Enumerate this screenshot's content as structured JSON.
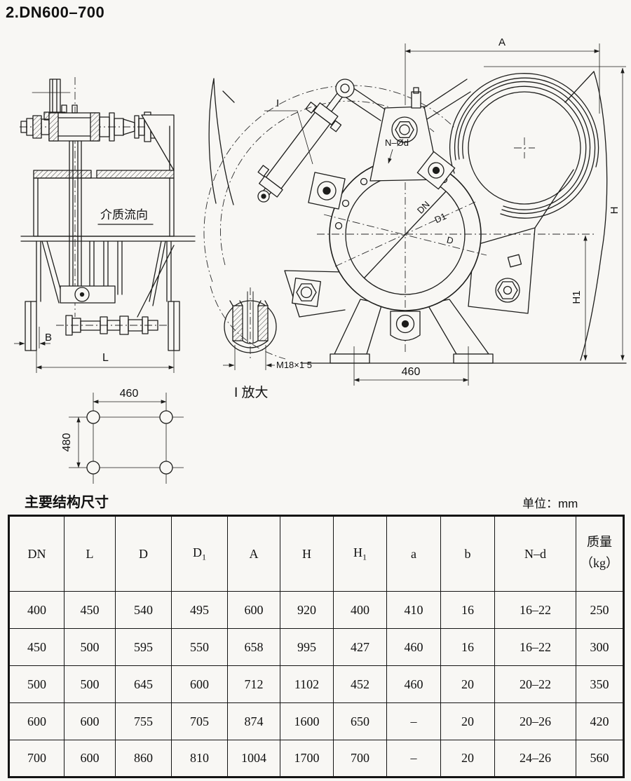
{
  "page": {
    "title": "2.DN600–700"
  },
  "drawing": {
    "left_view": {
      "flow_label": "介质流向",
      "dim_b": "B",
      "dim_l": "L"
    },
    "bolt_pattern": {
      "dim_width": "460",
      "dim_height": "480"
    },
    "detail": {
      "thread_label": "M18×1 5",
      "caption": "I 放大"
    },
    "right_view": {
      "dim_a": "A",
      "dim_h": "H",
      "dim_h1": "H1",
      "dim_base": "460",
      "bolt_label": "N–Ød",
      "label_dn": "DN",
      "label_d1": "D1",
      "label_d": "D",
      "detail_marker": "I"
    }
  },
  "table": {
    "title": "主要结构尺寸",
    "unit": "单位：mm",
    "headers": [
      {
        "main": "DN"
      },
      {
        "main": "L"
      },
      {
        "main": "D"
      },
      {
        "main": "D",
        "sub": "1"
      },
      {
        "main": "A"
      },
      {
        "main": "H"
      },
      {
        "main": "H",
        "sub": "1"
      },
      {
        "main": "a"
      },
      {
        "main": "b"
      },
      {
        "main": "N–d"
      },
      {
        "main": "质量",
        "line2": "（kg）"
      }
    ],
    "rows": [
      [
        "400",
        "450",
        "540",
        "495",
        "600",
        "920",
        "400",
        "410",
        "16",
        "16–22",
        "250"
      ],
      [
        "450",
        "500",
        "595",
        "550",
        "658",
        "995",
        "427",
        "460",
        "16",
        "16–22",
        "300"
      ],
      [
        "500",
        "500",
        "645",
        "600",
        "712",
        "1102",
        "452",
        "460",
        "20",
        "20–22",
        "350"
      ],
      [
        "600",
        "600",
        "755",
        "705",
        "874",
        "1600",
        "650",
        "–",
        "20",
        "20–26",
        "420"
      ],
      [
        "700",
        "600",
        "860",
        "810",
        "1004",
        "1700",
        "700",
        "–",
        "20",
        "24–26",
        "560"
      ]
    ]
  }
}
